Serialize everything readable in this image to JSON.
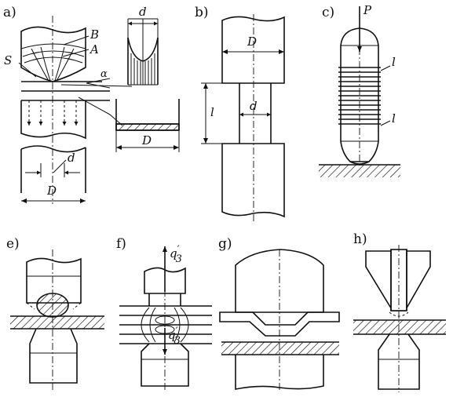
{
  "panels": {
    "a": {
      "label": "a)",
      "d_top": "d",
      "B": "B",
      "A": "A",
      "S": "S",
      "alpha": "α",
      "D_right": "D",
      "d_bottom": "d",
      "D_bottom": "D"
    },
    "b": {
      "label": "b)",
      "D": "D",
      "l": "l",
      "d": "d"
    },
    "c": {
      "label": "c)",
      "P": "P",
      "l_top": "l",
      "l_bottom": "l"
    },
    "e": {
      "label": "e)"
    },
    "f": {
      "label": "f)",
      "q_top": "q",
      "q_top_sub": "3",
      "q_bottom": "q",
      "q_bottom_sub": "3"
    },
    "g": {
      "label": "g)"
    },
    "h": {
      "label": "h)"
    }
  }
}
